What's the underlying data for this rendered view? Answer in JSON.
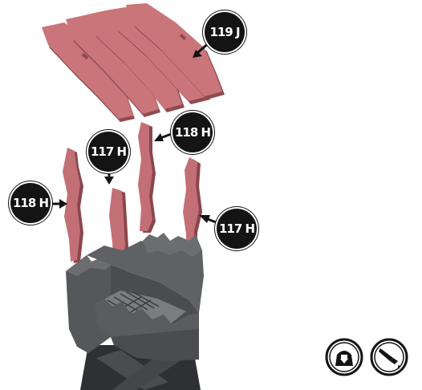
{
  "callouts": {
    "roof": "119 J",
    "wall_left": "118 H",
    "wall_center": "117 H",
    "wall_back": "118 H",
    "wall_right": "117 H"
  },
  "colors": {
    "roof_fill": "#c9757a",
    "roof_edge": "#8e4c52",
    "wall_fill": "#c36f76",
    "wall_edge": "#8a464c",
    "base_dark": "#3d3f42",
    "base_mid": "#55575a",
    "base_light": "#6b6d70",
    "callout_bg": "#141414",
    "arrow": "#141414"
  },
  "icons": [
    "place-on-base-icon",
    "apply-glue-icon"
  ]
}
